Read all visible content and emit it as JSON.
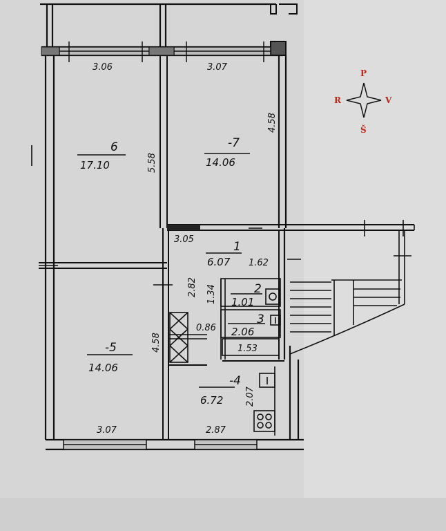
{
  "compass": {
    "north": "P",
    "west": "R",
    "east": "V",
    "south": "Š"
  },
  "rooms": [
    {
      "number": "6",
      "area": "17.10"
    },
    {
      "number": "-7",
      "area": "14.06"
    },
    {
      "number": "1",
      "area": "6.07"
    },
    {
      "number": "2",
      "area": "1.01"
    },
    {
      "number": "3",
      "area": "2.06"
    },
    {
      "number": "-5",
      "area": "14.06"
    },
    {
      "number": "-4",
      "area": "6.72"
    }
  ],
  "dimensions": {
    "top_left_width": "3.06",
    "top_right_width": "3.07",
    "room6_length": "5.58",
    "room7_length": "4.58",
    "hall_width": "3.05",
    "hall_side": "1.62",
    "hall_length": "2.82",
    "wc_length": "1.34",
    "closet_width": "0.86",
    "bath_width": "1.53",
    "room5_length": "4.58",
    "kitchen_length": "2.07",
    "bottom_left_width": "3.07",
    "bottom_right_width": "2.87"
  }
}
